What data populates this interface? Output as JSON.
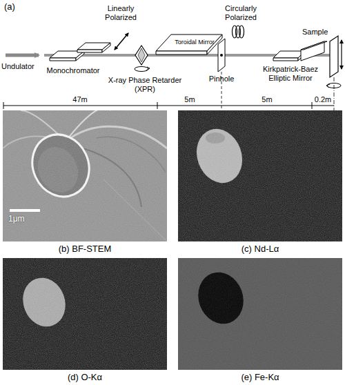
{
  "diagram": {
    "labels": [
      "(a)",
      "Linearly Polarized",
      "Circularly Polarized",
      "Undulator",
      "Monochromator",
      "X-ray Phase Retarder (XPR)",
      "Toroidal Mirror",
      "Pinhole",
      "Kirkpatrick-Baez Elliptic Mirror",
      "Sample",
      "47m",
      "5m",
      "5m",
      "0.2m",
      "1μm",
      "(b) BF-STEM",
      "(c) Nd-Lα",
      "(d) O-Kα",
      "(e) Fe-Kα"
    ]
  }
}
